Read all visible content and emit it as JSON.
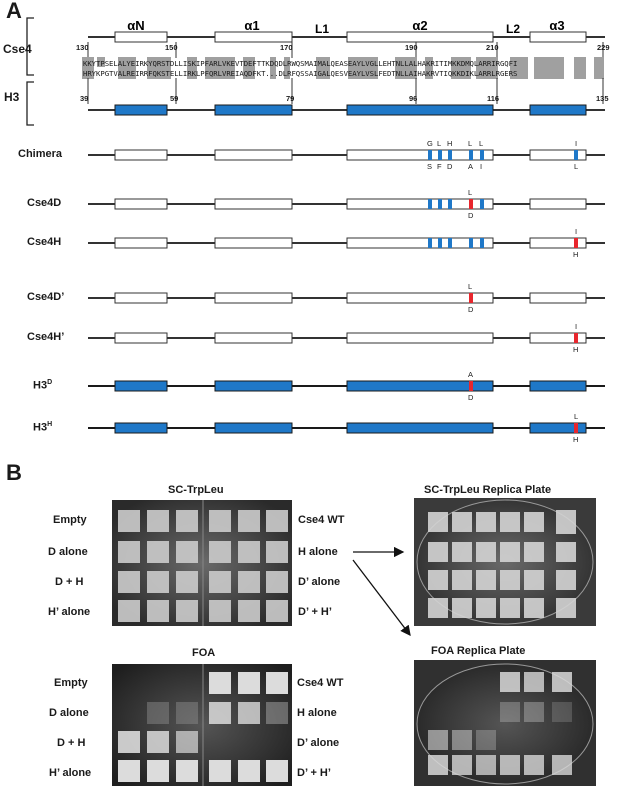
{
  "panels": {
    "a": "A",
    "b": "B"
  },
  "regions": {
    "aN": "αN",
    "a1": "α1",
    "L1": "L1",
    "a2": "α2",
    "L2": "L2",
    "a3": "α3"
  },
  "species": {
    "cse4": "Cse4",
    "h3": "H3"
  },
  "cse4_positions": [
    "130",
    "150",
    "170",
    "190",
    "210",
    "229"
  ],
  "h3_positions": [
    "39",
    "59",
    "79",
    "96",
    "116",
    "135"
  ],
  "sequences": {
    "cse4": "KKYTPSELALYEIRKYQRSTDLLISKIPFARLVKEVTDEFTTKDQDLRWQSMAIMALQEASEAYLVGLLEHTNLLALHAKRITIMKKDMQLARRIRGQFI",
    "h3": "HRYKPGTVALREIRRFQKSTELLIRKLPFQRLVREIAQDFKT...DLRFQSSAIGALQESVEAYLVSLFEDTNLLAIHAKRVTIQKKDIKLARRLRGERS"
  },
  "constructs": [
    {
      "name": "Chimera"
    },
    {
      "name": "Cse4D"
    },
    {
      "name": "Cse4H"
    },
    {
      "name": "Cse4D’"
    },
    {
      "name": "Cse4H’"
    },
    {
      "name": "H3",
      "sup": "D"
    },
    {
      "name": "H3",
      "sup": "H"
    }
  ],
  "mutation_labels": {
    "chimera_top": [
      "G",
      "L",
      "H",
      "L",
      "L",
      "I"
    ],
    "chimera_bottom": [
      "S",
      "F",
      "D",
      "A",
      "I",
      "L"
    ],
    "cse4d_bottom": [
      "L",
      "D"
    ],
    "cse4h": [
      "I",
      "H"
    ],
    "cse4dp": [
      "L",
      "D"
    ],
    "cse4hp": [
      "I",
      "H"
    ],
    "h3d": [
      "A",
      "D"
    ],
    "h3h": [
      "L",
      "H"
    ]
  },
  "plates": {
    "sc": "SC-TrpLeu",
    "sc_replica": "SC-TrpLeu Replica Plate",
    "foa": "FOA",
    "foa_replica": "FOA Replica Plate"
  },
  "plate_rows_left": [
    "Empty",
    "D alone",
    "D + H",
    "H’ alone"
  ],
  "plate_rows_right": [
    "Cse4 WT",
    "H alone",
    "D’ alone",
    "D’ + H’"
  ],
  "colors": {
    "h3_blue": "#1f78c8",
    "mutation_red": "#e8262d",
    "seq_shade": "#a0a0a0"
  }
}
